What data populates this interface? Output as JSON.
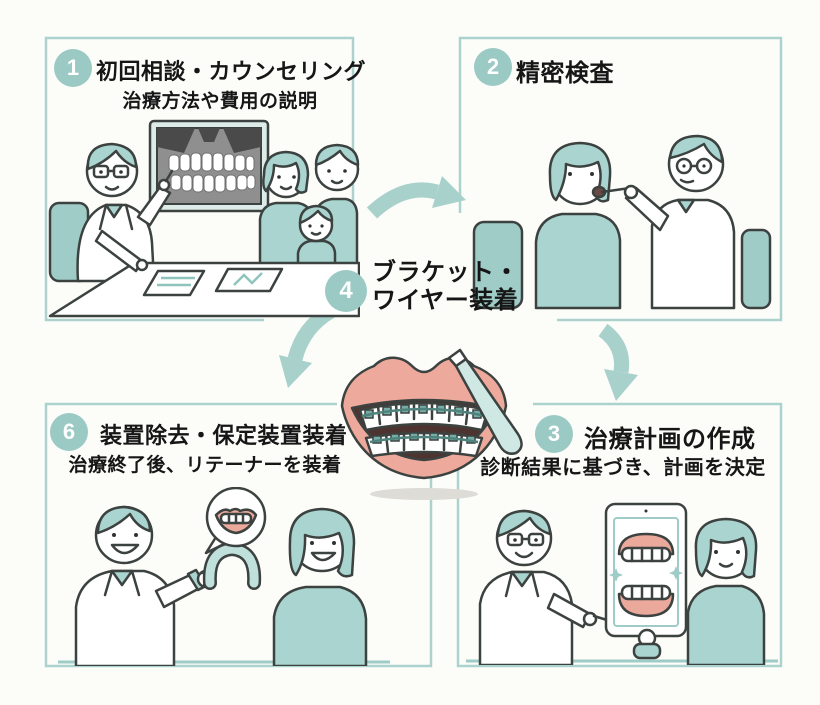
{
  "diagram": {
    "kind": "orthodontic-treatment-flow",
    "language": "ja"
  },
  "colors": {
    "background": "#fcfcf9",
    "panel_border": "#abd2cd",
    "badge": "#9bc9c4",
    "arrow": "#a9d1cc",
    "illustration_teal": "#a9d4cf",
    "outline": "#3c4240",
    "lips": "#eca99c",
    "mouth_inner": "#4e3430",
    "xray_background": "#8f8f8f",
    "text": "#161616"
  },
  "steps": [
    {
      "number": "1",
      "title": "初回相談・カウンセリング",
      "subtitle": "治療方法や費用の説明",
      "illustration": "doctor-explaining-xray-to-family"
    },
    {
      "number": "2",
      "title": "精密検査",
      "illustration": "dentist-examining-patient"
    },
    {
      "number": "3",
      "title": "治療計画の作成",
      "subtitle": "診断結果に基づき、計画を決定",
      "illustration": "doctor-showing-teeth-on-tablet"
    },
    {
      "number": "4",
      "title_line1": "ブラケット・",
      "title_line2": "ワイヤー装着",
      "illustration": "mouth-with-braces-and-dental-tool"
    },
    {
      "number": "6",
      "title": "装置除去・保定装置装着",
      "subtitle": "治療終了後、リテーナーを装着",
      "illustration": "doctor-holding-retainer-with-patient"
    }
  ],
  "arrows": [
    {
      "from": "1",
      "to": "2"
    },
    {
      "from": "2",
      "to": "3"
    },
    {
      "from": "4",
      "to": "6"
    }
  ]
}
